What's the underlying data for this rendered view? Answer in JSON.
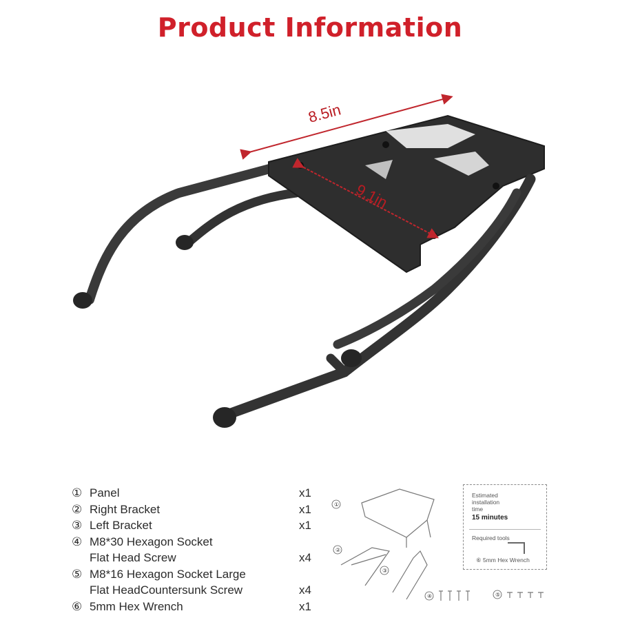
{
  "title": "Product Information",
  "dimensions": {
    "length": "8.5in",
    "width": "9.1in"
  },
  "parts": [
    {
      "num": "①",
      "lines": [
        "Panel"
      ],
      "qty": "x1"
    },
    {
      "num": "②",
      "lines": [
        "Right Bracket"
      ],
      "qty": "x1"
    },
    {
      "num": "③",
      "lines": [
        "Left Bracket"
      ],
      "qty": "x1"
    },
    {
      "num": "④",
      "lines": [
        "M8*30 Hexagon Socket",
        "Flat Head Screw"
      ],
      "qty": "x4"
    },
    {
      "num": "⑤",
      "lines": [
        "M8*16 Hexagon Socket Large",
        "Flat HeadCountersunk Screw"
      ],
      "qty": "x4"
    },
    {
      "num": "⑥",
      "lines": [
        "5mm Hex Wrench"
      ],
      "qty": "x1"
    }
  ],
  "install": {
    "label_1": "Estimated",
    "label_2": "installation",
    "label_3": "time",
    "time": "15 minutes",
    "tools_label": "Required tools",
    "tool": "⑥ 5mm Hex Wrench"
  },
  "diagram_callouts": {
    "c1": "①",
    "c2": "②",
    "c3": "③",
    "c4": "④",
    "c5": "⑤"
  },
  "colors": {
    "title": "#d0202a",
    "rack": "#2e2e2e",
    "dimension": "#c0262d"
  }
}
